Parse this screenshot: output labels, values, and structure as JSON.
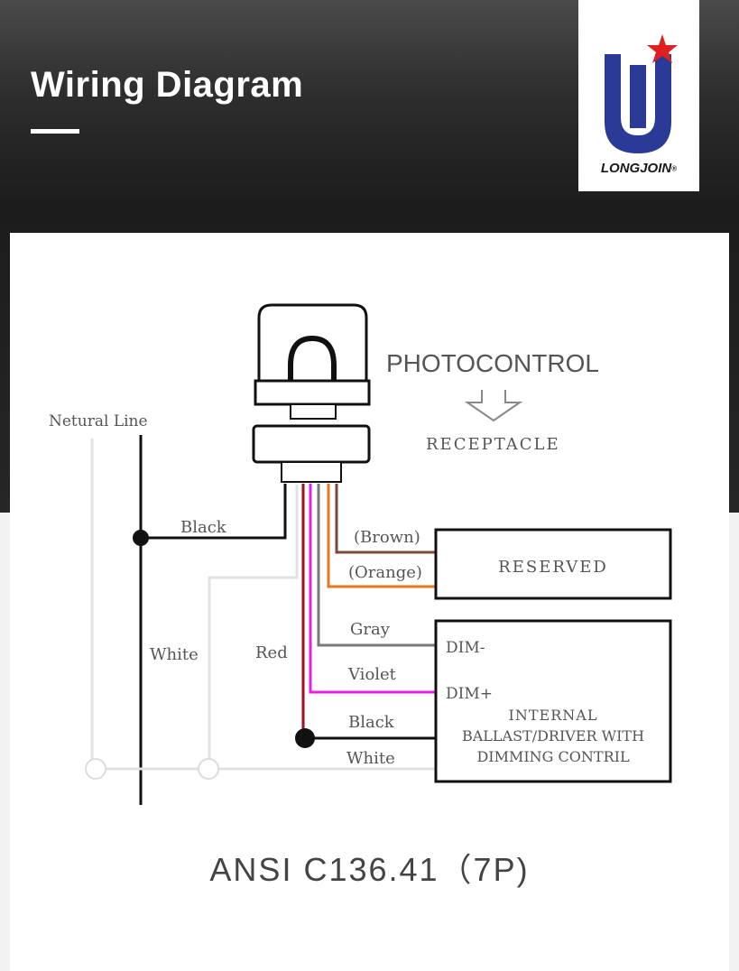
{
  "header": {
    "title": "Wiring Diagram",
    "logo_text": "LONGJOIN",
    "logo_reg": "®"
  },
  "diagram": {
    "photocontrol_label": "PHOTOCONTROL",
    "receptacle_label": "RECEPTACLE",
    "neutral_line_label": "Netural Line",
    "wires": {
      "black_top": "Black",
      "white_left": "White",
      "red": "Red",
      "brown": "(Brown)",
      "orange": "(Orange)",
      "gray": "Gray",
      "violet": "Violet",
      "black_bottom": "Black",
      "white_bottom": "White"
    },
    "reserved_box": "RESERVED",
    "driver_box": {
      "dim_minus": "DIM-",
      "dim_plus": "DIM+",
      "line1": "INTERNAL",
      "line2": "BALLAST/DRIVER WITH",
      "line3": "DIMMING CONTRIL"
    },
    "caption": "ANSI C136.41（7P)"
  },
  "colors": {
    "brand_blue": "#2b3a96",
    "brand_red": "#e02020",
    "wire_brown": "#7a4a3a",
    "wire_orange": "#e87722",
    "wire_gray": "#7a7a7a",
    "wire_violet": "#e81ee8",
    "wire_red": "#a01020",
    "wire_black": "#111111",
    "wire_white": "#e2e2e2"
  }
}
